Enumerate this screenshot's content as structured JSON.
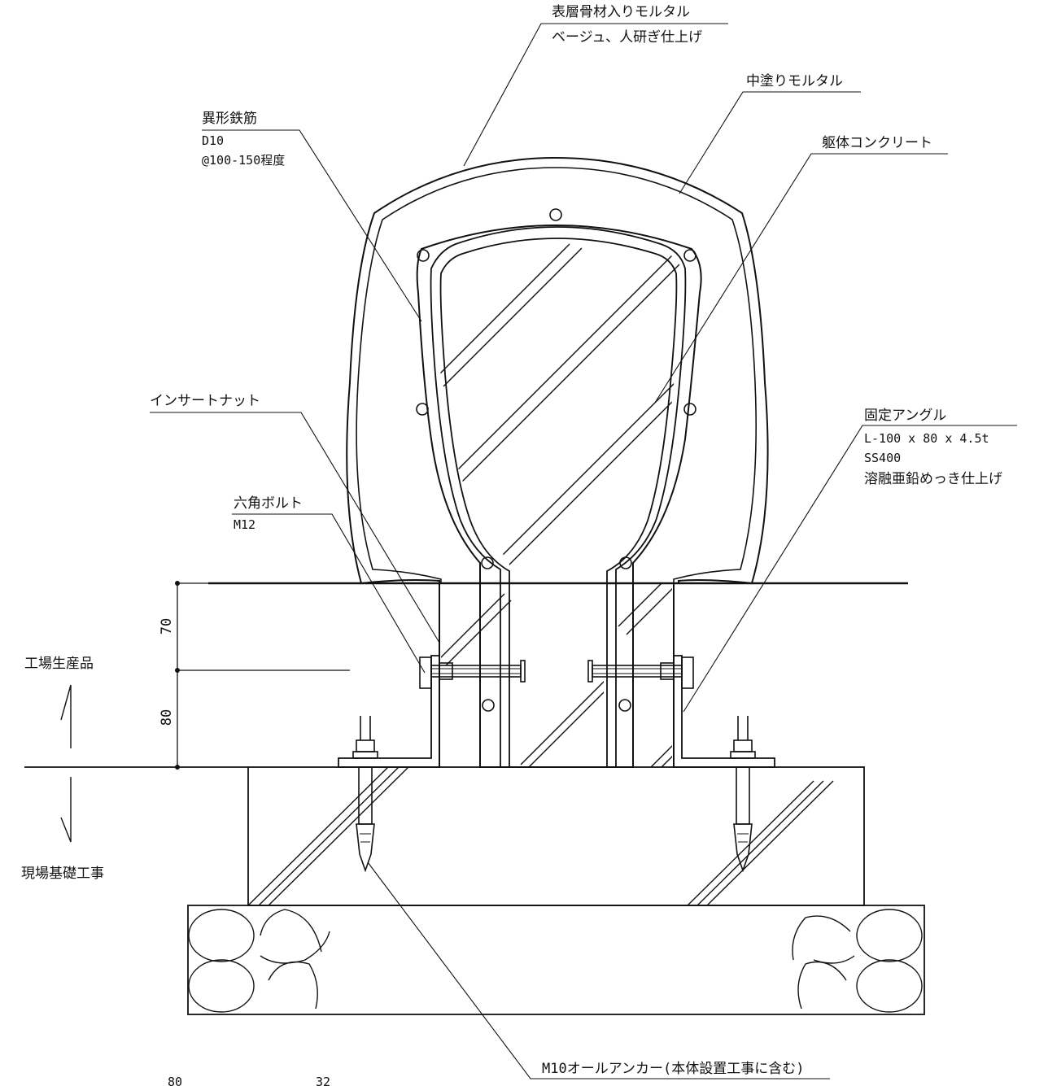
{
  "labels": {
    "surface_mortar": {
      "line1": "表層骨材入りモルタル",
      "line2": "ベージュ、人研ぎ仕上げ"
    },
    "middle_mortar": "中塗りモルタル",
    "rebar": {
      "line1": "異形鉄筋",
      "line2": "D10",
      "line3": "@100-150程度"
    },
    "concrete": "躯体コンクリート",
    "insert_nut": "インサートナット",
    "fixing_angle": {
      "line1": "固定アングル",
      "line2": "L-100 x 80 x 4.5t",
      "line3": "SS400",
      "line4": "溶融亜鉛めっき仕上げ"
    },
    "hex_bolt": {
      "line1": "六角ボルト",
      "line2": "M12"
    },
    "factory": "工場生産品",
    "site": "現場基礎工事",
    "anchor": "M10オールアンカー(本体設置工事に含む)"
  },
  "dimensions": {
    "upper": "70",
    "lower": "80",
    "bottom_left": "80",
    "bottom_mid": "32"
  }
}
